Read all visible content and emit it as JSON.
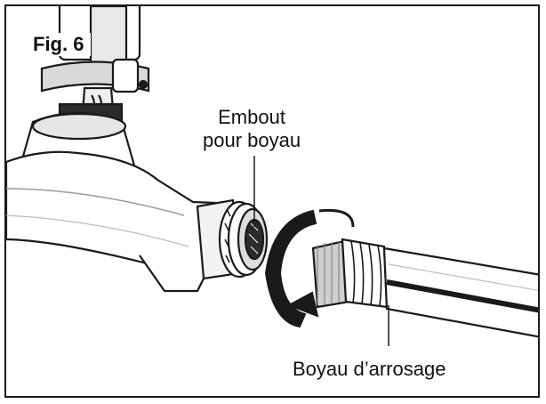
{
  "figure": {
    "label": "Fig. 6",
    "callouts": {
      "hose_end_line1": "Embout",
      "hose_end_line2": "pour boyau",
      "garden_hose": "Boyau d’arrosage"
    }
  },
  "colors": {
    "line": "#1a1a1a",
    "shade": "#cfcfcf",
    "dark": "#2b2b2b",
    "paper": "#ffffff"
  }
}
